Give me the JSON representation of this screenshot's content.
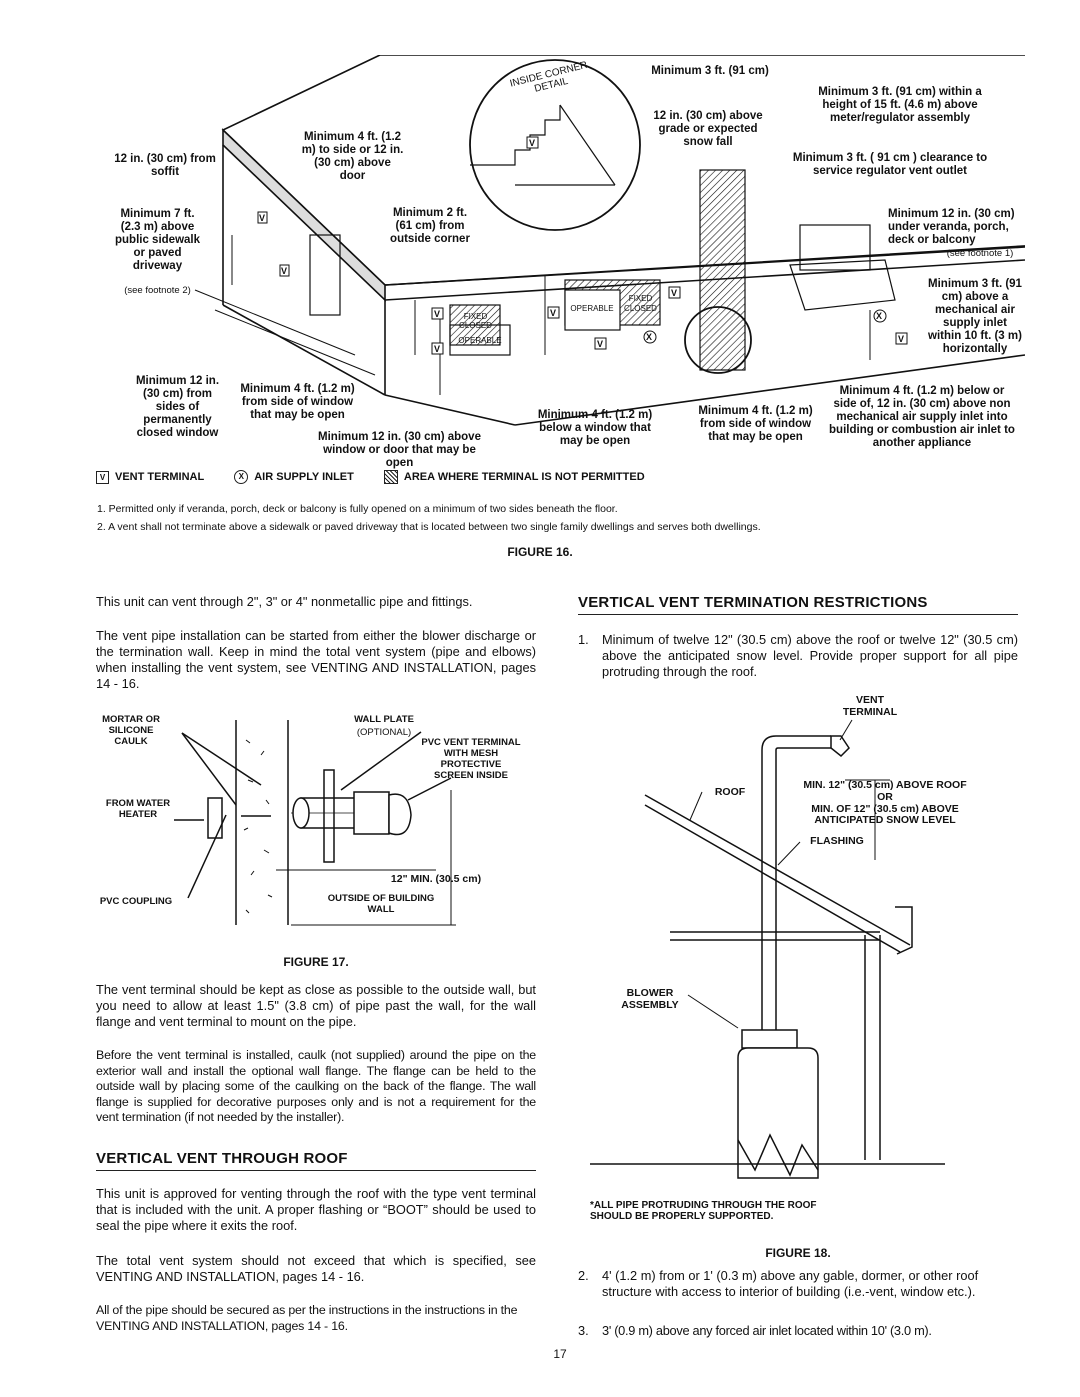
{
  "fig16": {
    "corner_detail": "INSIDE CORNER DETAIL",
    "labels": {
      "min3": "Minimum 3 ft. (91 cm)",
      "min3_within": "Minimum 3 ft. (91 cm) within a height of 15 ft. (4.6 m) above meter/regulator assembly",
      "above_grade": "12 in. (30 cm) above grade or expected snow fall",
      "clearance": "Minimum 3 ft. ( 91 cm ) clearance to service regulator vent outlet",
      "door": "Minimum 4 ft. (1.2 m) to side or 12 in. (30 cm) above door",
      "soffit": "12 in. (30 cm) from soffit",
      "sidewalk": "Minimum 7 ft. (2.3 m) above public sidewalk or paved driveway",
      "see_fn2": "(see footnote 2)",
      "outside_corner": "Minimum 2 ft. (61 cm) from outside corner",
      "veranda": "Minimum 12 in. (30 cm) under veranda, porch, deck or balcony",
      "see_fn1": "(see footnote 1)",
      "mech_air": "Minimum 3 ft. (91 cm) above a mechanical air supply inlet within 10 ft. (3 m) horizontally",
      "perm_closed": "Minimum 12 in. (30 cm) from sides of permanently closed window",
      "side_window1": "Minimum 4 ft. (1.2 m) from side of window that may be open",
      "below_window": "Minimum 4 ft. (1.2 m) below a window that may be open",
      "side_window2": "Minimum 4 ft. (1.2 m) from side of window that may be open",
      "above_window": "Minimum 12 in. (30 cm) above window or door that may be open",
      "non_mech": "Minimum 4 ft. (1.2 m) below or side of, 12 in. (30 cm) above non mechanical air supply inlet into building or combustion air inlet to another appliance"
    },
    "window_labels": {
      "fixed": "FIXED",
      "closed": "CLOSED",
      "operable": "OPERABLE"
    },
    "legend": {
      "v_symbol": "V",
      "vent_terminal": "VENT TERMINAL",
      "x_symbol": "X",
      "air_supply": "AIR SUPPLY INLET",
      "area": "AREA WHERE TERMINAL IS NOT PERMITTED"
    },
    "footnote1": "1. Permitted only if veranda, porch, deck or balcony is fully opened on a minimum of two sides beneath the floor.",
    "footnote2": "2. A vent shall not terminate above a sidewalk or paved driveway that is located between two single family dwellings and serves both dwellings.",
    "caption": "FIGURE 16."
  },
  "left": {
    "p1": "This unit can vent through 2\", 3\" or 4\" nonmetallic pipe and fittings.",
    "p2": "The vent pipe installation can be started from either the blower discharge or the termination wall. Keep in mind the total vent system (pipe and elbows) when installing the vent system, see VENTING AND INSTALLATION, pages 14 - 16.",
    "p3": "The vent terminal should be kept as close as possible to the outside wall, but you need to allow at least 1.5\" (3.8 cm) of pipe past the wall, for the wall flange and vent terminal to mount on the pipe.",
    "p4": "Before the vent terminal is installed, caulk (not supplied) around the pipe on the exterior wall and install the optional wall flange. The flange can be held to the outside wall by placing some of the caulking on the back of the flange. The wall flange is supplied for decorative purposes only and is not a requirement for the vent termination (if not needed by the installer).",
    "h_roof": "VERTICAL VENT THROUGH ROOF",
    "p5": "This unit is approved for venting through the roof with the type vent terminal that is included with the unit. A proper flashing or “BOOT” should be used to seal the pipe where it exits the roof.",
    "p6": "The total vent system should not exceed that which is specified, see VENTING AND INSTALLATION, pages 14 - 16.",
    "p7": "All of the pipe should be secured as per the instructions in the instructions in the VENTING AND INSTALLATION, pages 14 - 16."
  },
  "fig17": {
    "mortar": "MORTAR OR SILICONE CAULK",
    "wall_plate": "WALL PLATE",
    "optional": "(OPTIONAL)",
    "pvc_vent": "PVC VENT TERMINAL WITH MESH PROTECTIVE SCREEN INSIDE",
    "from_wh": "FROM WATER HEATER",
    "min12": "12\" MIN. (30.5 cm)",
    "pvc_coupling": "PVC COUPLING",
    "outside_wall": "OUTSIDE OF BUILDING WALL",
    "caption": "FIGURE 17."
  },
  "right": {
    "heading": "VERTICAL VENT TERMINATION RESTRICTIONS",
    "item1_num": "1.",
    "item1": "Minimum of twelve 12\" (30.5 cm) above the roof or twelve 12\" (30.5 cm) above the anticipated snow level. Provide proper support for all pipe protruding through the roof.",
    "item2_num": "2.",
    "item2": "4' (1.2 m) from or 1' (0.3 m) above any gable, dormer, or other roof structure with access to interior of building (i.e.-vent, window etc.).",
    "item3_num": "3.",
    "item3": "3' (0.9 m) above any forced air inlet located within 10' (3.0 m)."
  },
  "fig18": {
    "vent_terminal": "VENT TERMINAL",
    "roof": "ROOF",
    "min_roof": "MIN. 12\" (30.5 cm) ABOVE ROOF",
    "or": "OR",
    "min_snow": "MIN. OF 12\" (30.5 cm) ABOVE ANTICIPATED SNOW LEVEL",
    "flashing": "FLASHING",
    "blower": "BLOWER ASSEMBLY",
    "note": "*ALL PIPE PROTRUDING THROUGH THE ROOF SHOULD BE PROPERLY SUPPORTED.",
    "caption": "FIGURE 18."
  },
  "page_number": "17"
}
